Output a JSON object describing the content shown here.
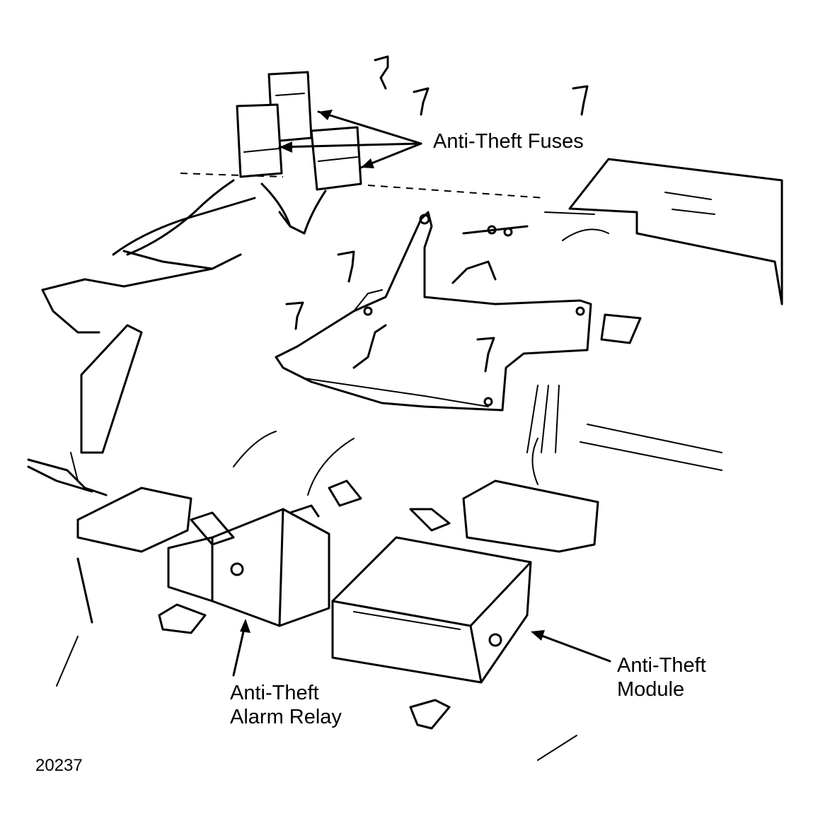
{
  "labels": {
    "fuses": "Anti-Theft Fuses",
    "relay_line1": "Anti-Theft",
    "relay_line2": "Alarm Relay",
    "module_line1": "Anti-Theft",
    "module_line2": "Module"
  },
  "figure_number": "20237"
}
